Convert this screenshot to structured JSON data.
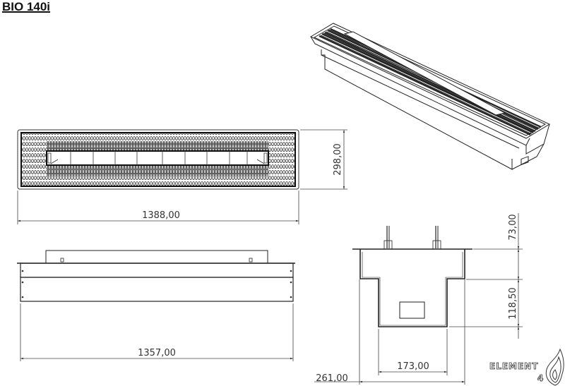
{
  "title": "BIO 140i",
  "top_view": {
    "width_label": "1388,00",
    "height_label": "298,00"
  },
  "front_view": {
    "width_label": "1357,00"
  },
  "side_view": {
    "top_height_label": "73,00",
    "lower_height_label": "118,50",
    "inner_width_label": "173,00",
    "outer_width_label": "261,00"
  },
  "logo": {
    "text": "ELEMENT",
    "subscript": "4"
  },
  "colors": {
    "line": "#222222",
    "dim_line": "#444444",
    "background": "#ffffff"
  }
}
